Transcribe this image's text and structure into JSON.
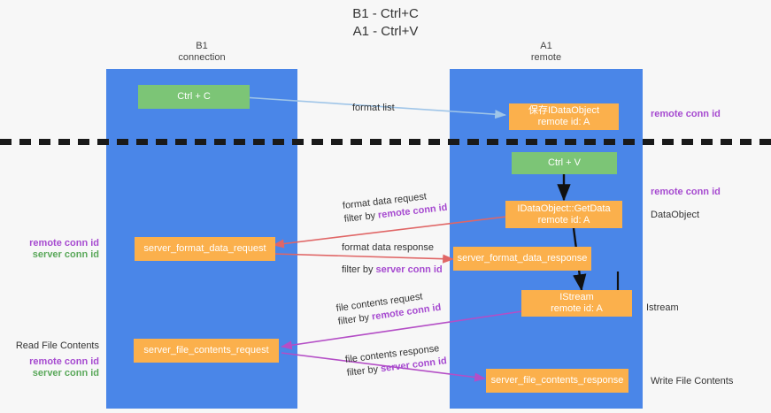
{
  "title": "B1 - Ctrl+C\nA1 - Ctrl+V",
  "colors": {
    "background": "#f7f7f7",
    "lane": "#4a86e8",
    "green_node": "#7cc576",
    "orange_node": "#fbb04c",
    "divider": "#1a1a1a",
    "arrow_format_list": "#9fc5e8",
    "arrow_black": "#111111",
    "arrow_red": "#e06666",
    "arrow_purple": "#b44ec6",
    "remote_conn_id": "#a64ad0",
    "server_conn_id": "#5aa85a"
  },
  "columns": [
    {
      "id": "b1",
      "title": "B1\nconnection"
    },
    {
      "id": "a1",
      "title": "A1\nremote"
    }
  ],
  "nodes": [
    {
      "id": "ctrl-c",
      "label": "Ctrl + C",
      "color": "green"
    },
    {
      "id": "save-idataobject",
      "label": "保存IDataObject\nremote id: A",
      "color": "orange"
    },
    {
      "id": "ctrl-v",
      "label": "Ctrl + V",
      "color": "green"
    },
    {
      "id": "idataobject-getdata",
      "label": "IDataObject::GetData\nremote id: A",
      "color": "orange"
    },
    {
      "id": "server-format-data-request",
      "label": "server_format_data_request",
      "color": "orange"
    },
    {
      "id": "server-format-data-response",
      "label": "server_format_data_response",
      "color": "orange"
    },
    {
      "id": "istream",
      "label": "IStream\nremote id: A",
      "color": "orange"
    },
    {
      "id": "server-file-contents-request",
      "label": "server_file_contents_request",
      "color": "orange"
    },
    {
      "id": "server-file-contents-response",
      "label": "server_file_contents_response",
      "color": "orange"
    }
  ],
  "edge_captions": [
    {
      "id": "format-list",
      "line1": "format list",
      "line2": "",
      "line2_accent": ""
    },
    {
      "id": "format-data-request",
      "line1": "format data request",
      "line2": "filter by ",
      "line2_accent": "remote conn id"
    },
    {
      "id": "format-data-response",
      "line1": "format data response",
      "line2": "filter by ",
      "line2_accent": "server conn id"
    },
    {
      "id": "file-contents-request",
      "line1": "file contents request",
      "line2": "filter by ",
      "line2_accent": "remote conn id"
    },
    {
      "id": "file-contents-response",
      "line1": "file contents response",
      "line2": "filter by ",
      "line2_accent": "server conn id"
    }
  ],
  "side_labels": {
    "right": [
      {
        "id": "right-remote-conn-id-top",
        "text": "remote conn id",
        "style": "purple"
      },
      {
        "id": "right-remote-conn-id-middle",
        "text": "remote conn id",
        "style": "purple"
      },
      {
        "id": "right-dataobject",
        "text": "DataObject",
        "style": "plain"
      },
      {
        "id": "right-istream",
        "text": "Istream",
        "style": "plain"
      },
      {
        "id": "right-write-file-contents",
        "text": "Write File Contents",
        "style": "plain"
      }
    ],
    "left": [
      {
        "id": "left-remote-conn-id-middle",
        "text": "remote conn id",
        "style": "purple"
      },
      {
        "id": "left-server-conn-id-middle",
        "text": "server conn id",
        "style": "green"
      },
      {
        "id": "left-read-file-contents",
        "text": "Read File Contents",
        "style": "plain"
      },
      {
        "id": "left-remote-conn-id-bottom",
        "text": "remote conn id",
        "style": "purple"
      },
      {
        "id": "left-server-conn-id-bottom",
        "text": "server conn id",
        "style": "green"
      }
    ]
  }
}
